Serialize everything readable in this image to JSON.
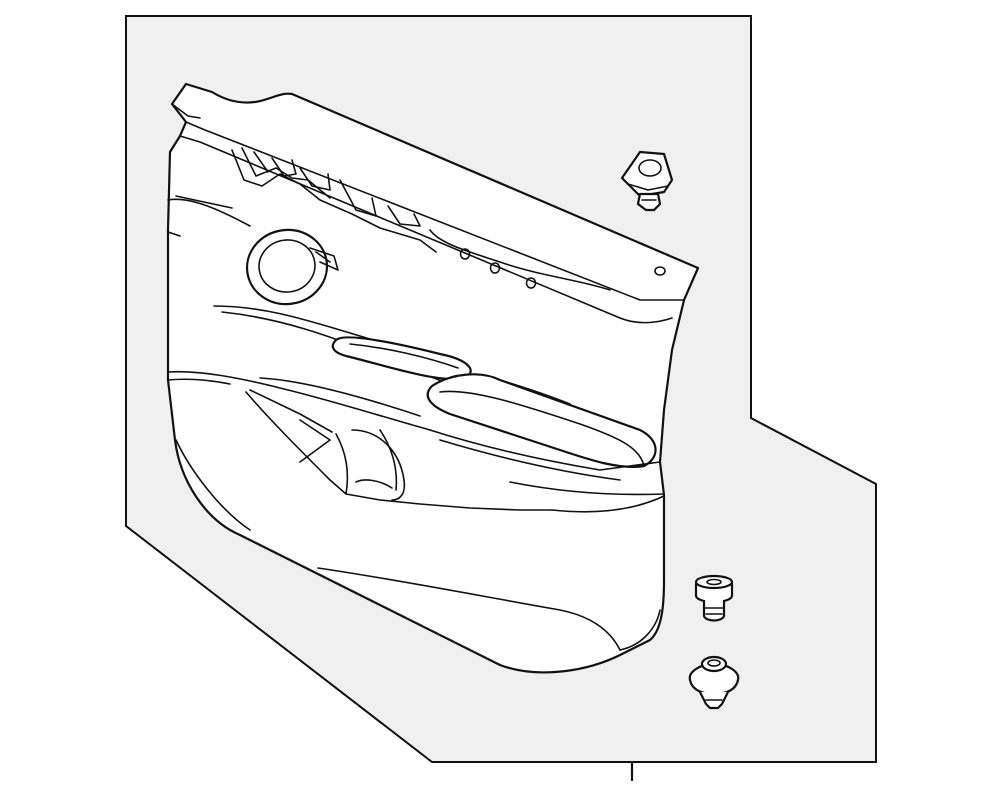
{
  "diagram": {
    "background_color": "#f0f0f0",
    "line_color": "#111111",
    "parts": [
      {
        "name": "door-trim-panel",
        "icon": "door-panel-drawing"
      },
      {
        "name": "upper-retainer-clip",
        "icon": "clip-drawing"
      },
      {
        "name": "push-pin-fastener",
        "icon": "pin-drawing"
      },
      {
        "name": "lower-retainer-clip",
        "icon": "clip-drawing"
      }
    ]
  }
}
